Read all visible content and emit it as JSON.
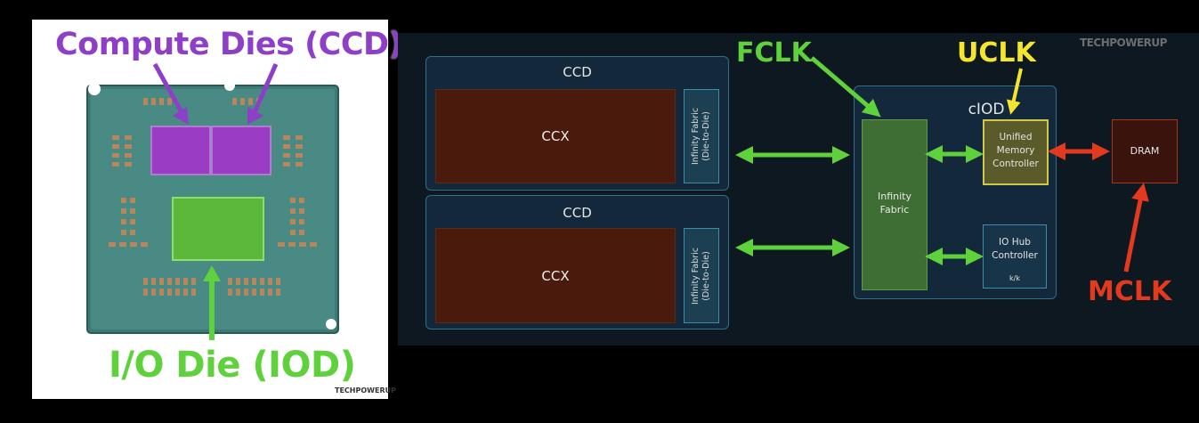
{
  "left_panel": {
    "compute_dies_label": "Compute Dies (CCD)",
    "io_die_label": "I/O Die (IOD)",
    "watermark": "TECHPOWERUP"
  },
  "diagram": {
    "ccd_blocks": [
      {
        "title": "CCD",
        "ccx": "CCX",
        "fabric_line1": "Infinity Fabric",
        "fabric_line2": "(Die-to-Die)"
      },
      {
        "title": "CCD",
        "ccx": "CCX",
        "fabric_line1": "Infinity Fabric",
        "fabric_line2": "(Die-to-Die)"
      }
    ],
    "ciod": {
      "title": "cIOD",
      "infinity_fabric": [
        "Infinity",
        "Fabric"
      ],
      "umc": [
        "Unified",
        "Memory",
        "Controller"
      ],
      "io_hub": [
        "IO Hub",
        "Controller"
      ],
      "io_hub_sub": "k/k"
    },
    "dram": "DRAM",
    "watermark": "TECHPOWERUP",
    "clocks": {
      "fclk": "FCLK",
      "uclk": "UCLK",
      "mclk": "MCLK"
    },
    "colors": {
      "fclk": "#5ed13c",
      "uclk": "#f5e52c",
      "mclk": "#e2391f",
      "ccd_purple": "#8e3fc7"
    }
  }
}
